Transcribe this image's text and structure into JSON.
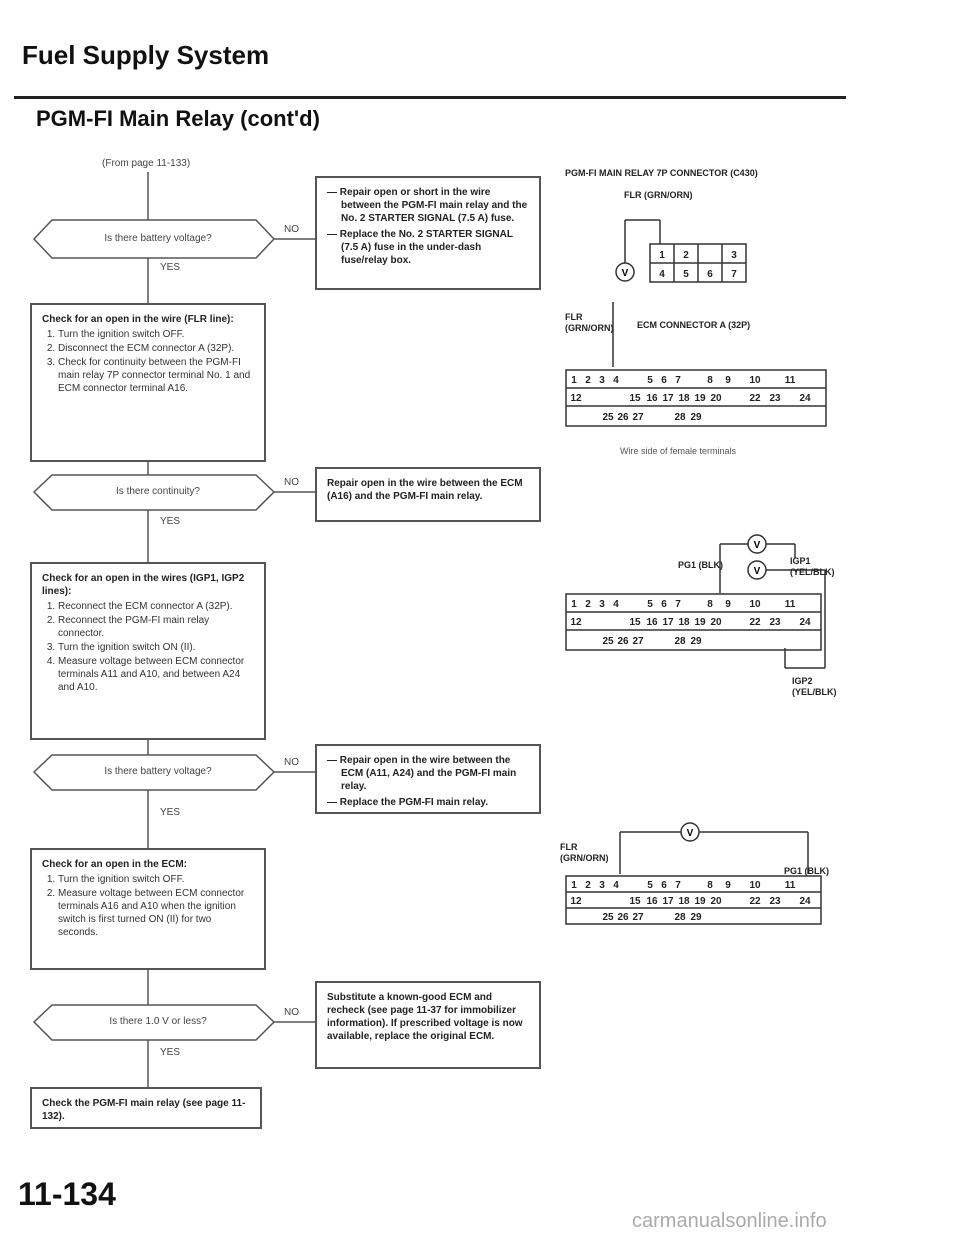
{
  "header": {
    "section_title": "Fuel Supply System",
    "subtitle": "PGM-FI Main Relay (cont'd)"
  },
  "flow": {
    "from_page": "(From page 11-133)",
    "yes": "YES",
    "no": "NO",
    "q1": "Is there battery voltage?",
    "q2": "Is there continuity?",
    "q3": "Is there battery voltage?",
    "q4": "Is there 1.0 V or less?",
    "step1": {
      "lead": "Check for an open in the wire (FLR line):",
      "items": [
        "Turn the ignition switch OFF.",
        "Disconnect the ECM connector A (32P).",
        "Check for continuity between the PGM-FI main relay 7P connector terminal No. 1 and ECM connector terminal A16."
      ]
    },
    "step2": {
      "lead": "Check for an open in the wires (IGP1, IGP2 lines):",
      "items": [
        "Reconnect the ECM connector A (32P).",
        "Reconnect the PGM-FI main relay connector.",
        "Turn the ignition switch ON (II).",
        "Measure voltage between ECM connector terminals A11 and A10, and between A24 and A10."
      ]
    },
    "step3": {
      "lead": "Check for an open in the ECM:",
      "items": [
        "Turn the ignition switch OFF.",
        "Measure voltage between ECM connector terminals A16 and A10 when the ignition switch is first turned ON (II) for two seconds."
      ]
    },
    "step4": {
      "text": "Check the PGM-FI main relay (see page 11-132)."
    },
    "repair1": [
      "Repair open or short in the wire between the PGM-FI main relay and the No. 2 STARTER SIGNAL (7.5 A) fuse.",
      "Replace the No. 2 STARTER SIGNAL (7.5 A) fuse in the under-dash fuse/relay box."
    ],
    "repair2": "Repair open in the wire between the ECM (A16) and the PGM-FI main relay.",
    "repair3": [
      "Repair open in the wire between the ECM (A11, A24) and the PGM-FI main relay.",
      "Replace the PGM-FI main relay."
    ],
    "repair4": "Substitute a known-good ECM and recheck (see page 11-37 for immobilizer information). If prescribed voltage is now available, replace the original ECM."
  },
  "diagrams": {
    "relay_connector_title": "PGM-FI MAIN RELAY 7P CONNECTOR (C430)",
    "flr_label": "FLR (GRN/ORN)",
    "ecm_connector_title": "ECM CONNECTOR A (32P)",
    "wire_side": "Wire side of female terminals",
    "pg1": "PG1 (BLK)",
    "igp1": "IGP1 (YEL/BLK)",
    "igp2": "IGP2 (YEL/BLK)",
    "meter_v": "V",
    "relay_terms": [
      "1",
      "2",
      "3",
      "4",
      "5",
      "6",
      "7"
    ],
    "ecm_row1": [
      "1",
      "2",
      "3",
      "4",
      "5",
      "6",
      "7",
      "8",
      "9",
      "10",
      "11"
    ],
    "ecm_row2": [
      "12",
      "15",
      "16",
      "17",
      "18",
      "19",
      "20",
      "22",
      "23",
      "24"
    ],
    "ecm_row3": [
      "25",
      "26",
      "27",
      "28",
      "29"
    ]
  },
  "footer": {
    "page_number": "11-134",
    "watermark": "carmanualsonline.info"
  }
}
